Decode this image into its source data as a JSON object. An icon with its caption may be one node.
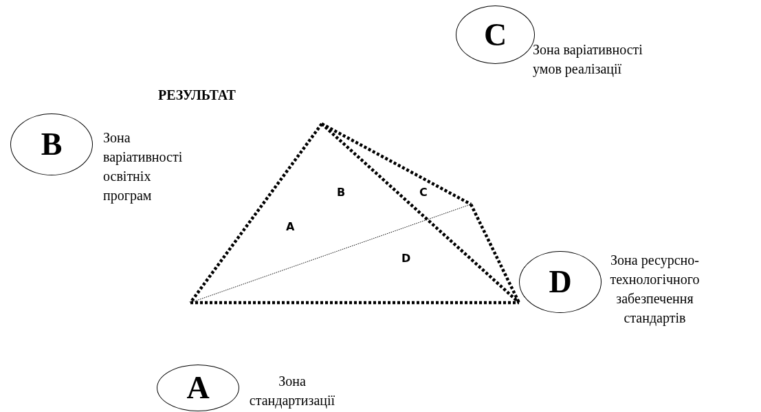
{
  "diagram": {
    "title": "РЕЗУЛЬТАТ",
    "nodes": [
      {
        "text": [
          "C"
        ],
        "beside": [
          "Зона варіативності умов реалізації"
        ]
      },
      {
        "text": [
          "B"
        ],
        "beside": [
          "Зона варіативності освітніх програм"
        ]
      },
      {
        "text": [
          "D"
        ],
        "beside": [
          "Зона ресурсно-технологічного забезпечення стандартів"
        ]
      },
      {
        "text": [
          "A"
        ],
        "beside": [
          "Зона стандартизації"
        ]
      }
    ],
    "labels": [
      "B",
      "C",
      "A",
      "D"
    ]
  }
}
